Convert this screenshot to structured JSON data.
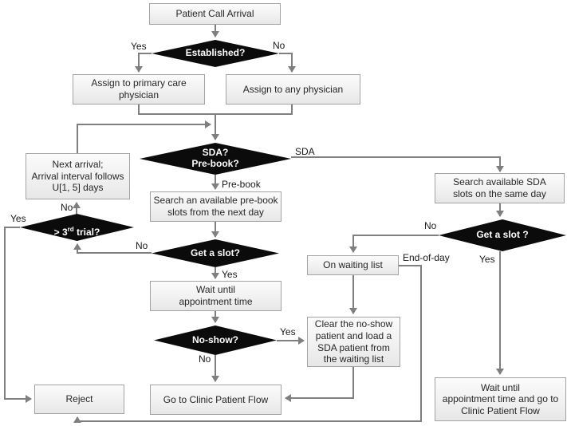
{
  "nodes": {
    "patient_call_arrival": {
      "label": "Patient Call Arrival"
    },
    "established": {
      "label": "Established?"
    },
    "assign_primary": {
      "label": "Assign to primary care\nphysician"
    },
    "assign_any": {
      "label": "Assign to any physician"
    },
    "sda_prebook": {
      "label": "SDA?\nPre-book?"
    },
    "next_arrival": {
      "label": "Next arrival;\nArrival interval follows\nU[1, 5] days"
    },
    "search_prebook": {
      "label": "Search an available pre-book\nslots from the next day"
    },
    "gt3_trial": {
      "prefix": "> 3",
      "sup": "rd",
      "suffix": " trial?"
    },
    "get_slot_mid": {
      "label": "Get a slot?"
    },
    "wait_appt": {
      "label": "Wait until\nappointment time"
    },
    "no_show": {
      "label": "No-show?"
    },
    "on_waiting_list": {
      "label": "On waiting list"
    },
    "search_sda": {
      "label": "Search available SDA\nslots on the same day"
    },
    "get_slot_right": {
      "label": "Get a slot ?"
    },
    "clear_noshow": {
      "label": "Clear the no-show\npatient and load a\nSDA patient from\nthe waiting list"
    },
    "go_clinic": {
      "label": "Go to Clinic Patient Flow"
    },
    "reject": {
      "label": "Reject"
    },
    "wait_appt_go": {
      "label": "Wait until\nappointment time and go to\nClinic Patient Flow"
    }
  },
  "edge_labels": {
    "established_yes": "Yes",
    "established_no": "No",
    "sda": "SDA",
    "prebook": "Pre-book",
    "trial_no": "No",
    "trial_yes": "Yes",
    "slot_mid_no": "No",
    "slot_mid_yes": "Yes",
    "noshow_yes": "Yes",
    "noshow_no": "No",
    "slot_right_no": "No",
    "slot_right_yes": "Yes",
    "end_of_day": "End-of-day"
  },
  "colors": {
    "connector": "#7f7f7f",
    "decision_fill": "#0b0b0b",
    "decision_text": "#ffffff",
    "box_border": "#a3a3a3",
    "box_fill_top": "#fbfbfb",
    "box_fill_bottom": "#e7e7e7",
    "text": "#262626",
    "background": "#ffffff"
  }
}
